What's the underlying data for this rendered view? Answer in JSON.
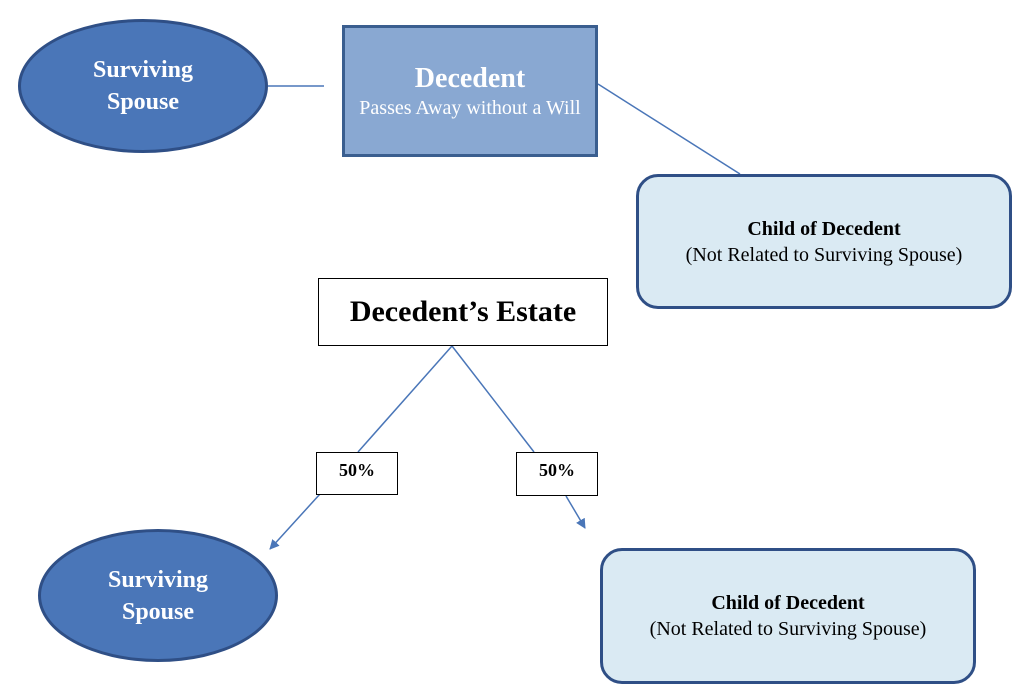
{
  "top": {
    "spouse": {
      "line1": "Surviving",
      "line2": "Spouse"
    },
    "decedent": {
      "title": "Decedent",
      "subtitle": "Passes Away without a Will"
    },
    "child": {
      "title": "Child of Decedent",
      "subtitle": "(Not Related to Surviving Spouse)"
    }
  },
  "estate": {
    "title": "Decedent’s Estate",
    "left_share": "50%",
    "right_share": "50%"
  },
  "bottom": {
    "spouse": {
      "line1": "Surviving",
      "line2": "Spouse"
    },
    "child": {
      "title": "Child of Decedent",
      "subtitle": "(Not Related to Surviving Spouse)"
    }
  },
  "colors": {
    "spouse_fill": "#4a76b8",
    "decedent_fill": "#89a8d2",
    "child_fill": "#daeaf3",
    "line": "#4a76b8"
  }
}
